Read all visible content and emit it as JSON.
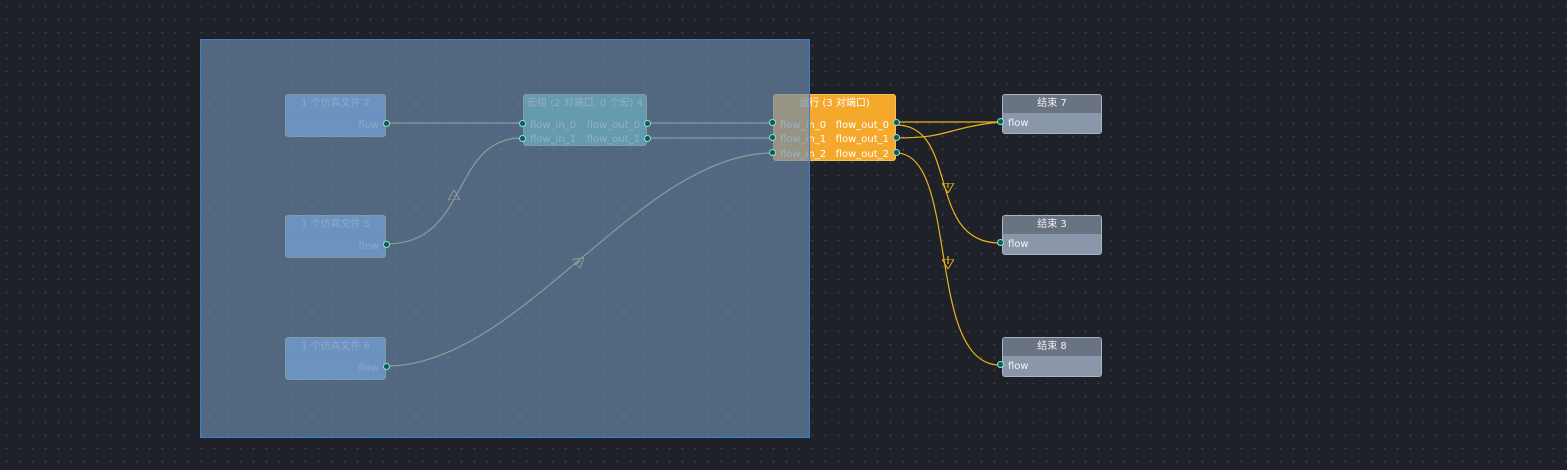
{
  "nodes": {
    "file2": {
      "title": "1 个仿真文件 2",
      "out0": "flow"
    },
    "file5": {
      "title": "1 个仿真文件 5",
      "out0": "flow"
    },
    "file6": {
      "title": "1 个仿真文件 6",
      "out0": "flow"
    },
    "macro4": {
      "title": "宏组 (2 对端口, 0 个宏) 4",
      "in0": "flow_in_0",
      "in1": "flow_in_1",
      "out0": "flow_out_0",
      "out1": "flow_out_1"
    },
    "run": {
      "title": "运行 (3 对端口)",
      "in0": "flow_in_0",
      "in1": "flow_in_1",
      "in2": "flow_in_2",
      "out0": "flow_out_0",
      "out1": "flow_out_1",
      "out2": "flow_out_2"
    },
    "end7": {
      "title": "结束 7",
      "in0": "flow"
    },
    "end3": {
      "title": "结束 3",
      "in0": "flow"
    },
    "end8": {
      "title": "结束 8",
      "in0": "flow"
    }
  },
  "colors": {
    "canvas_bg": "#1e2128",
    "file_node": "#6aa3ec",
    "macro_node": "#5bbcb4",
    "run_node": "#f5a92c",
    "end_node": "#8a97aa",
    "edge_selected": "#c9c26a",
    "edge_normal": "#e8b41c",
    "selection_box": "#3c7fd1"
  }
}
